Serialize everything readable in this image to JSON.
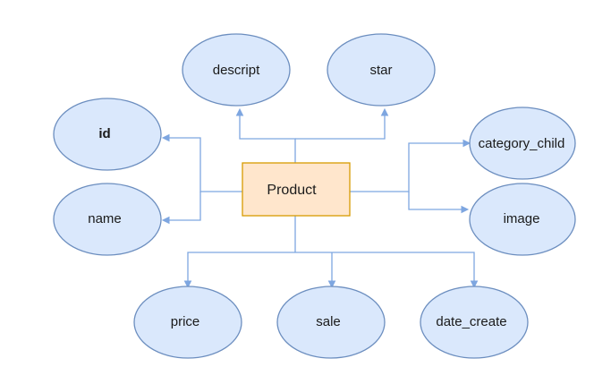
{
  "entity": {
    "name": "Product"
  },
  "attributes": [
    {
      "id": "descript",
      "label": "descript",
      "is_key": false
    },
    {
      "id": "star",
      "label": "star",
      "is_key": false
    },
    {
      "id": "id",
      "label": "id",
      "is_key": true
    },
    {
      "id": "category_child",
      "label": "category_child",
      "is_key": false
    },
    {
      "id": "name",
      "label": "name",
      "is_key": false
    },
    {
      "id": "image",
      "label": "image",
      "is_key": false
    },
    {
      "id": "price",
      "label": "price",
      "is_key": false
    },
    {
      "id": "sale",
      "label": "sale",
      "is_key": false
    },
    {
      "id": "date_create",
      "label": "date_create",
      "is_key": false
    }
  ],
  "colors": {
    "entity_fill": "#ffe6cc",
    "entity_stroke": "#d79b00",
    "attribute_fill": "#dae8fc",
    "attribute_stroke": "#6c8ebf",
    "connector": "#7ea6e0"
  }
}
